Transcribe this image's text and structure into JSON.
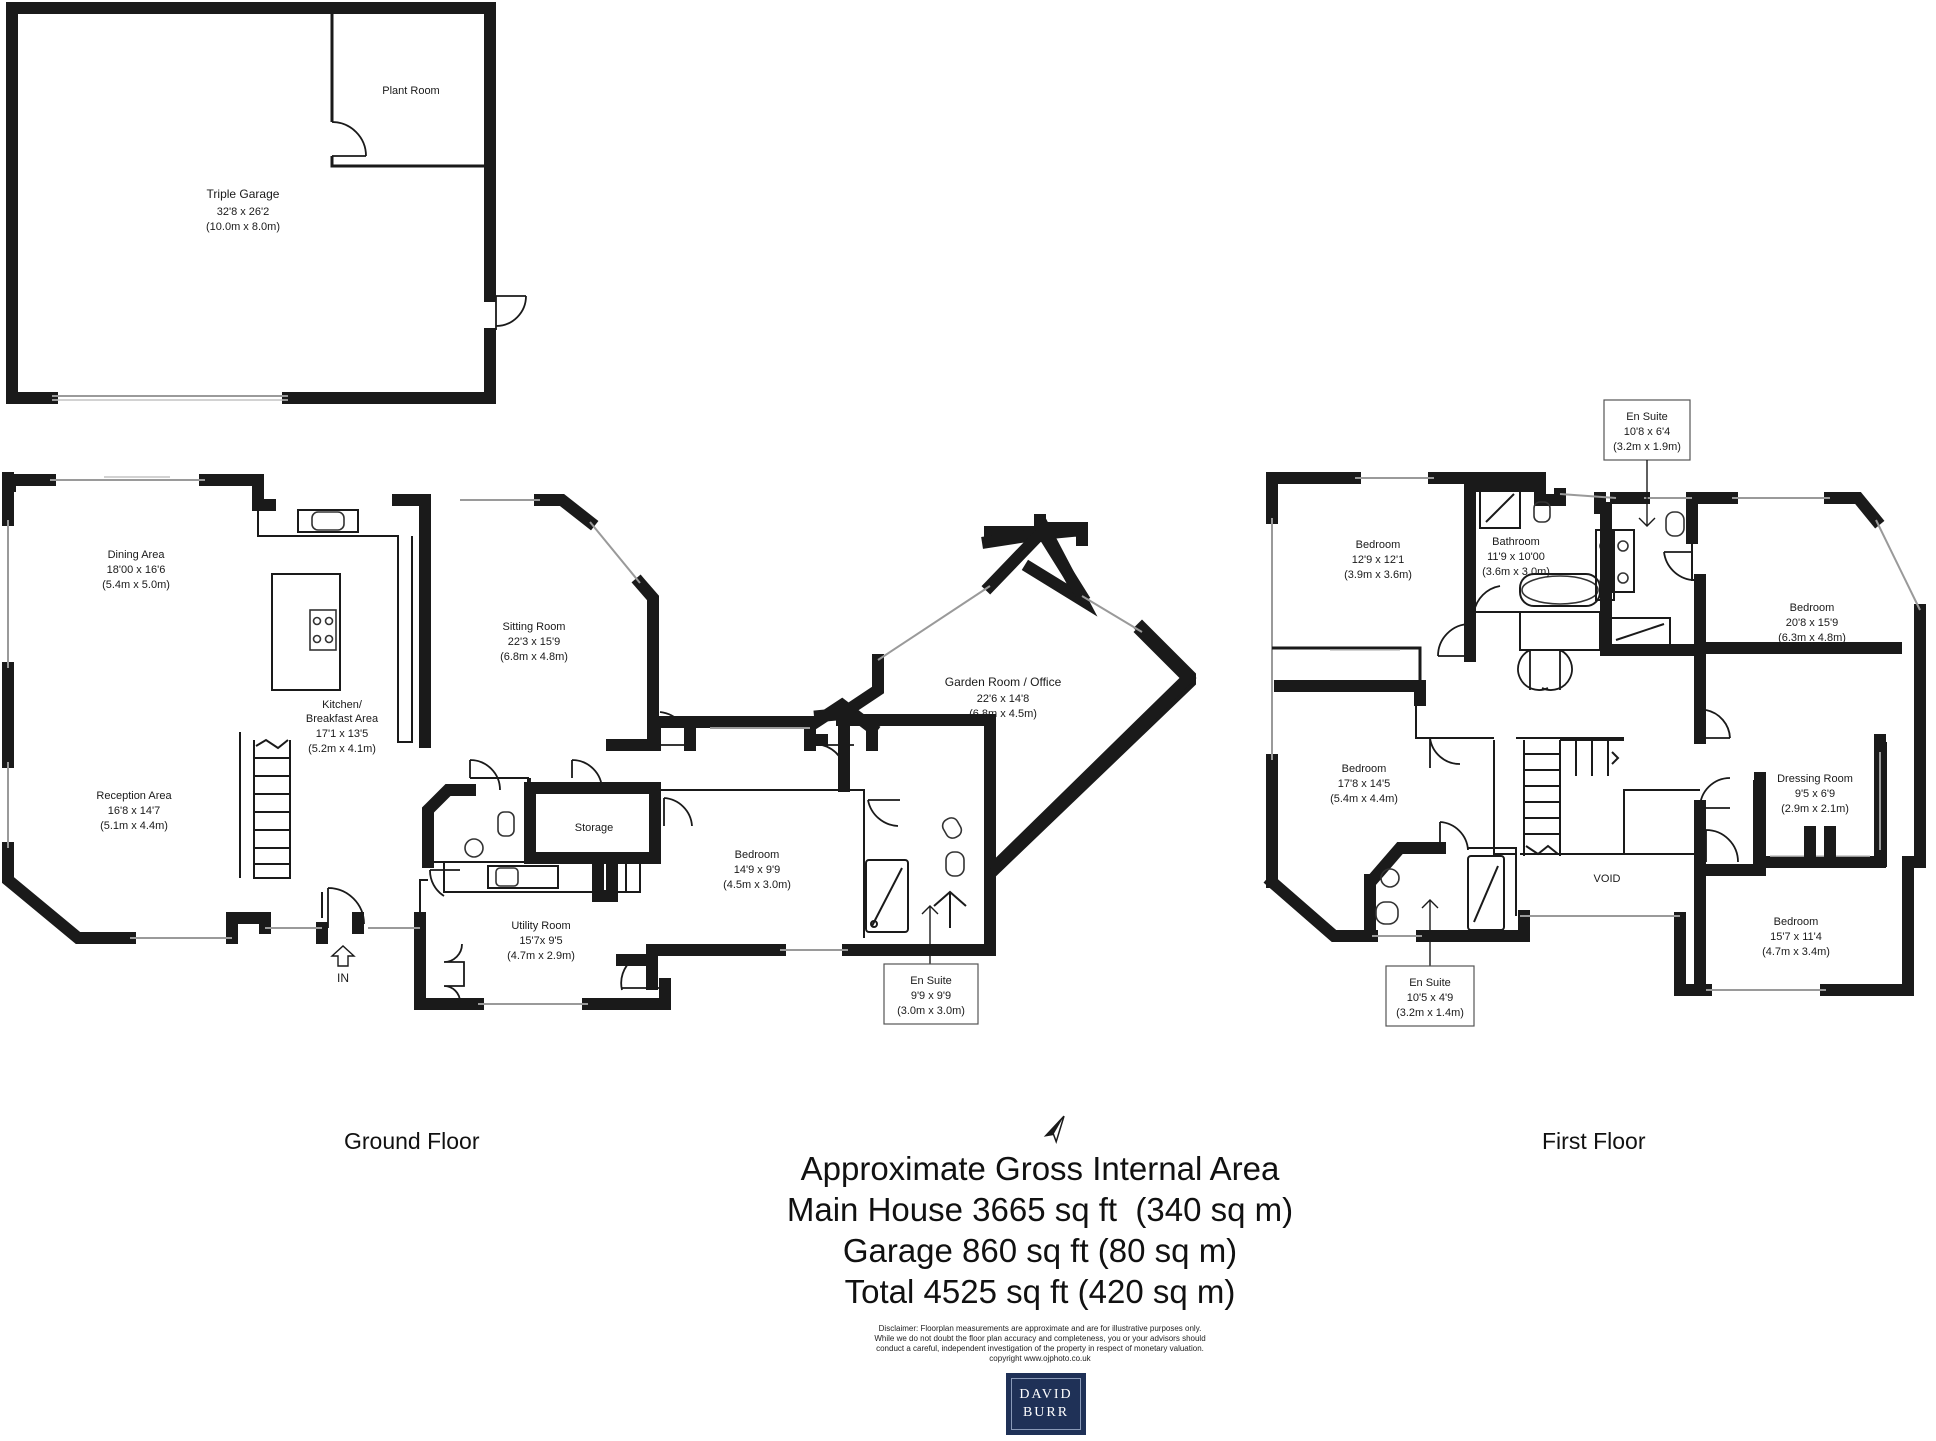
{
  "floors": {
    "ground_label": "Ground Floor",
    "first_label": "First Floor"
  },
  "rooms": {
    "garage": {
      "name": "Triple Garage",
      "imperial": "32'8 x 26'2",
      "metric": "(10.0m x 8.0m)"
    },
    "plant": {
      "name": "Plant Room"
    },
    "dining": {
      "name": "Dining Area",
      "imperial": "18'00 x 16'6",
      "metric": "(5.4m x 5.0m)"
    },
    "kitchen": {
      "name_1": "Kitchen/",
      "name_2": "Breakfast Area",
      "imperial": "17'1 x 13'5",
      "metric": "(5.2m x 4.1m)"
    },
    "reception": {
      "name": "Reception Area",
      "imperial": "16'8 x 14'7",
      "metric": "(5.1m x 4.4m)"
    },
    "sitting": {
      "name": "Sitting Room",
      "imperial": "22'3 x 15'9",
      "metric": "(6.8m x 4.8m)"
    },
    "storage": {
      "name": "Storage"
    },
    "utility": {
      "name": "Utility Room",
      "imperial": "15'7x 9'5",
      "metric": "(4.7m x 2.9m)"
    },
    "garden": {
      "name": "Garden Room / Office",
      "imperial": "22'6 x 14'8",
      "metric": "(6.8m x 4.5m)"
    },
    "gf_bedroom": {
      "name": "Bedroom",
      "imperial": "14'9 x 9'9",
      "metric": "(4.5m x 3.0m)"
    },
    "gf_ensuite": {
      "name": "En Suite",
      "imperial": "9'9 x 9'9",
      "metric": "(3.0m x 3.0m)"
    },
    "entry": {
      "label": "IN"
    },
    "ff_bed1": {
      "name": "Bedroom",
      "imperial": "12'9 x 12'1",
      "metric": "(3.9m x 3.6m)"
    },
    "bathroom": {
      "name": "Bathroom",
      "imperial": "11'9 x 10'00",
      "metric": "(3.6m x 3.0m)"
    },
    "ff_ensuite_top": {
      "name": "En Suite",
      "imperial": "10'8 x 6'4",
      "metric": "(3.2m x 1.9m)"
    },
    "ff_bed_master": {
      "name": "Bedroom",
      "imperial": "20'8 x 15'9",
      "metric": "(6.3m x 4.8m)"
    },
    "ff_bed2": {
      "name": "Bedroom",
      "imperial": "17'8 x 14'5",
      "metric": "(5.4m x 4.4m)"
    },
    "dressing": {
      "name": "Dressing Room",
      "imperial": "9'5 x 6'9",
      "metric": "(2.9m x 2.1m)"
    },
    "void": {
      "name": "VOID"
    },
    "ff_bed3": {
      "name": "Bedroom",
      "imperial": "15'7 x 11'4",
      "metric": "(4.7m x 3.4m)"
    },
    "ff_ensuite_bottom": {
      "name": "En Suite",
      "imperial": "10'5 x 4'9",
      "metric": "(3.2m x 1.4m)"
    }
  },
  "area": {
    "heading": "Approximate Gross Internal Area",
    "main_house": "Main House 3665 sq ft  (340 sq m)",
    "garage": "Garage 860 sq ft (80 sq m)",
    "total": "Total 4525 sq ft (420 sq m)"
  },
  "disclaimer": {
    "line1": "Disclaimer: Floorplan measurements are approximate and are for illustrative purposes only.",
    "line2": "While we do not doubt the floor plan accuracy and completeness, you or your advisors should",
    "line3": "conduct a careful, independent investigation of the property in respect of monetary valuation.",
    "line4": "copyright www.ojphoto.co.uk"
  },
  "logo": {
    "line1": "DAVID",
    "line2": "BURR",
    "color": "#1f3157"
  },
  "icons": {
    "north": "north-arrow-icon",
    "entry": "entry-arrow-icon"
  }
}
